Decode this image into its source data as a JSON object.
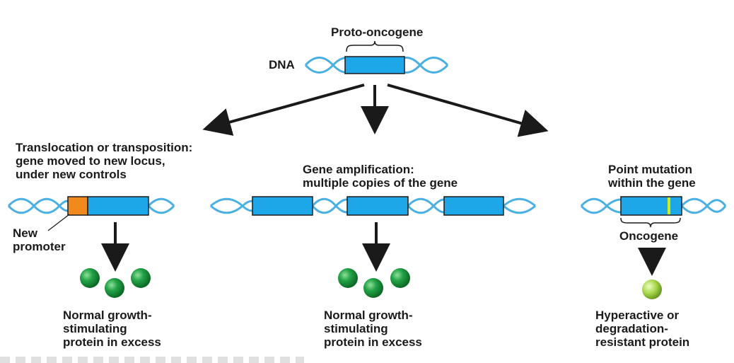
{
  "top": {
    "gene_label": "Proto-oncogene",
    "dna_label": "DNA"
  },
  "left": {
    "heading": [
      "Translocation or transposition:",
      "gene moved to new locus,",
      "under new controls"
    ],
    "promoter_label": [
      "New",
      "promoter"
    ],
    "result": [
      "Normal growth-",
      "stimulating",
      "protein in excess"
    ]
  },
  "middle": {
    "heading": [
      "Gene amplification:",
      "multiple copies of the gene"
    ],
    "result": [
      "Normal growth-",
      "stimulating",
      "protein in excess"
    ]
  },
  "right": {
    "heading": [
      "Point mutation",
      "within the gene"
    ],
    "oncogene_label": "Oncogene",
    "result": [
      "Hyperactive or",
      "degradation-",
      "resistant protein"
    ]
  },
  "colors": {
    "gene": "#1ea7e8",
    "dna_strand": "#4ab0e4",
    "promoter": "#f08a1c",
    "mutation": "#c8f02a",
    "protein_green": "#1f9a3c",
    "protein_light": "#a8d84a",
    "outline": "#1a1a1a"
  }
}
